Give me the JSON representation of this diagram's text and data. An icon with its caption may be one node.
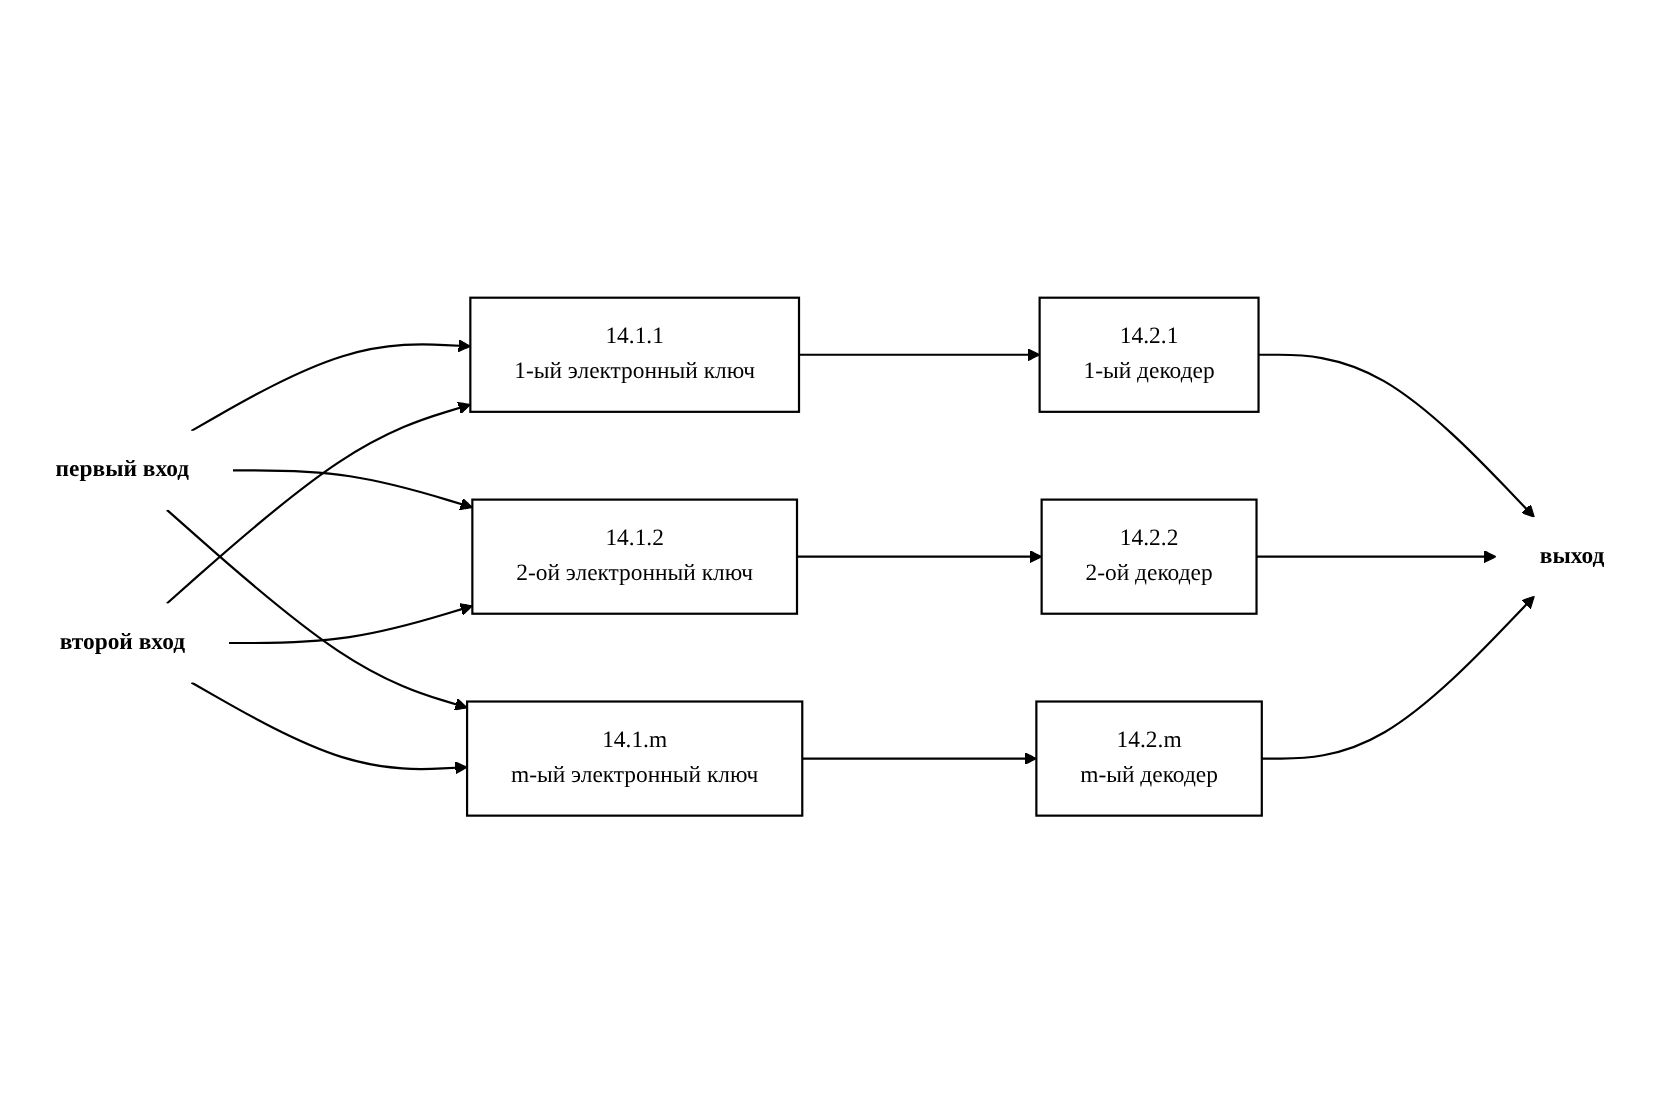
{
  "diagram": {
    "nodes": [
      {
        "text": [
          "первый вход"
        ]
      },
      {
        "text": [
          "14.1.1",
          "1-ый электронный ключ"
        ]
      },
      {
        "text": [
          "14.2.1",
          "1-ый декодер"
        ]
      },
      {
        "text": [
          "14.1.2",
          "2-ой электронный ключ"
        ]
      },
      {
        "text": [
          "14.2.2",
          "2-ой декодер"
        ]
      },
      {
        "text": [
          "14.1.m",
          "m-ый электронный ключ"
        ]
      },
      {
        "text": [
          "14.2.m",
          "m-ый декодер"
        ]
      },
      {
        "text": [
          "выход"
        ]
      },
      {
        "text": [
          "второй вход"
        ]
      }
    ],
    "edges": [
      {
        "from": 0,
        "to": 1,
        "arrow": "to"
      },
      {
        "from": 0,
        "to": 3,
        "arrow": "to"
      },
      {
        "from": 0,
        "to": 5,
        "arrow": "to"
      },
      {
        "from": 8,
        "to": 1,
        "arrow": "to"
      },
      {
        "from": 8,
        "to": 3,
        "arrow": "to"
      },
      {
        "from": 8,
        "to": 5,
        "arrow": "to"
      },
      {
        "from": 1,
        "to": 2,
        "arrow": "to"
      },
      {
        "from": 3,
        "to": 4,
        "arrow": "to"
      },
      {
        "from": 5,
        "to": 6,
        "arrow": "to"
      },
      {
        "from": 2,
        "to": 7,
        "arrow": "to"
      },
      {
        "from": 4,
        "to": 7,
        "arrow": "to"
      },
      {
        "from": 6,
        "to": 7,
        "arrow": "to"
      }
    ]
  }
}
